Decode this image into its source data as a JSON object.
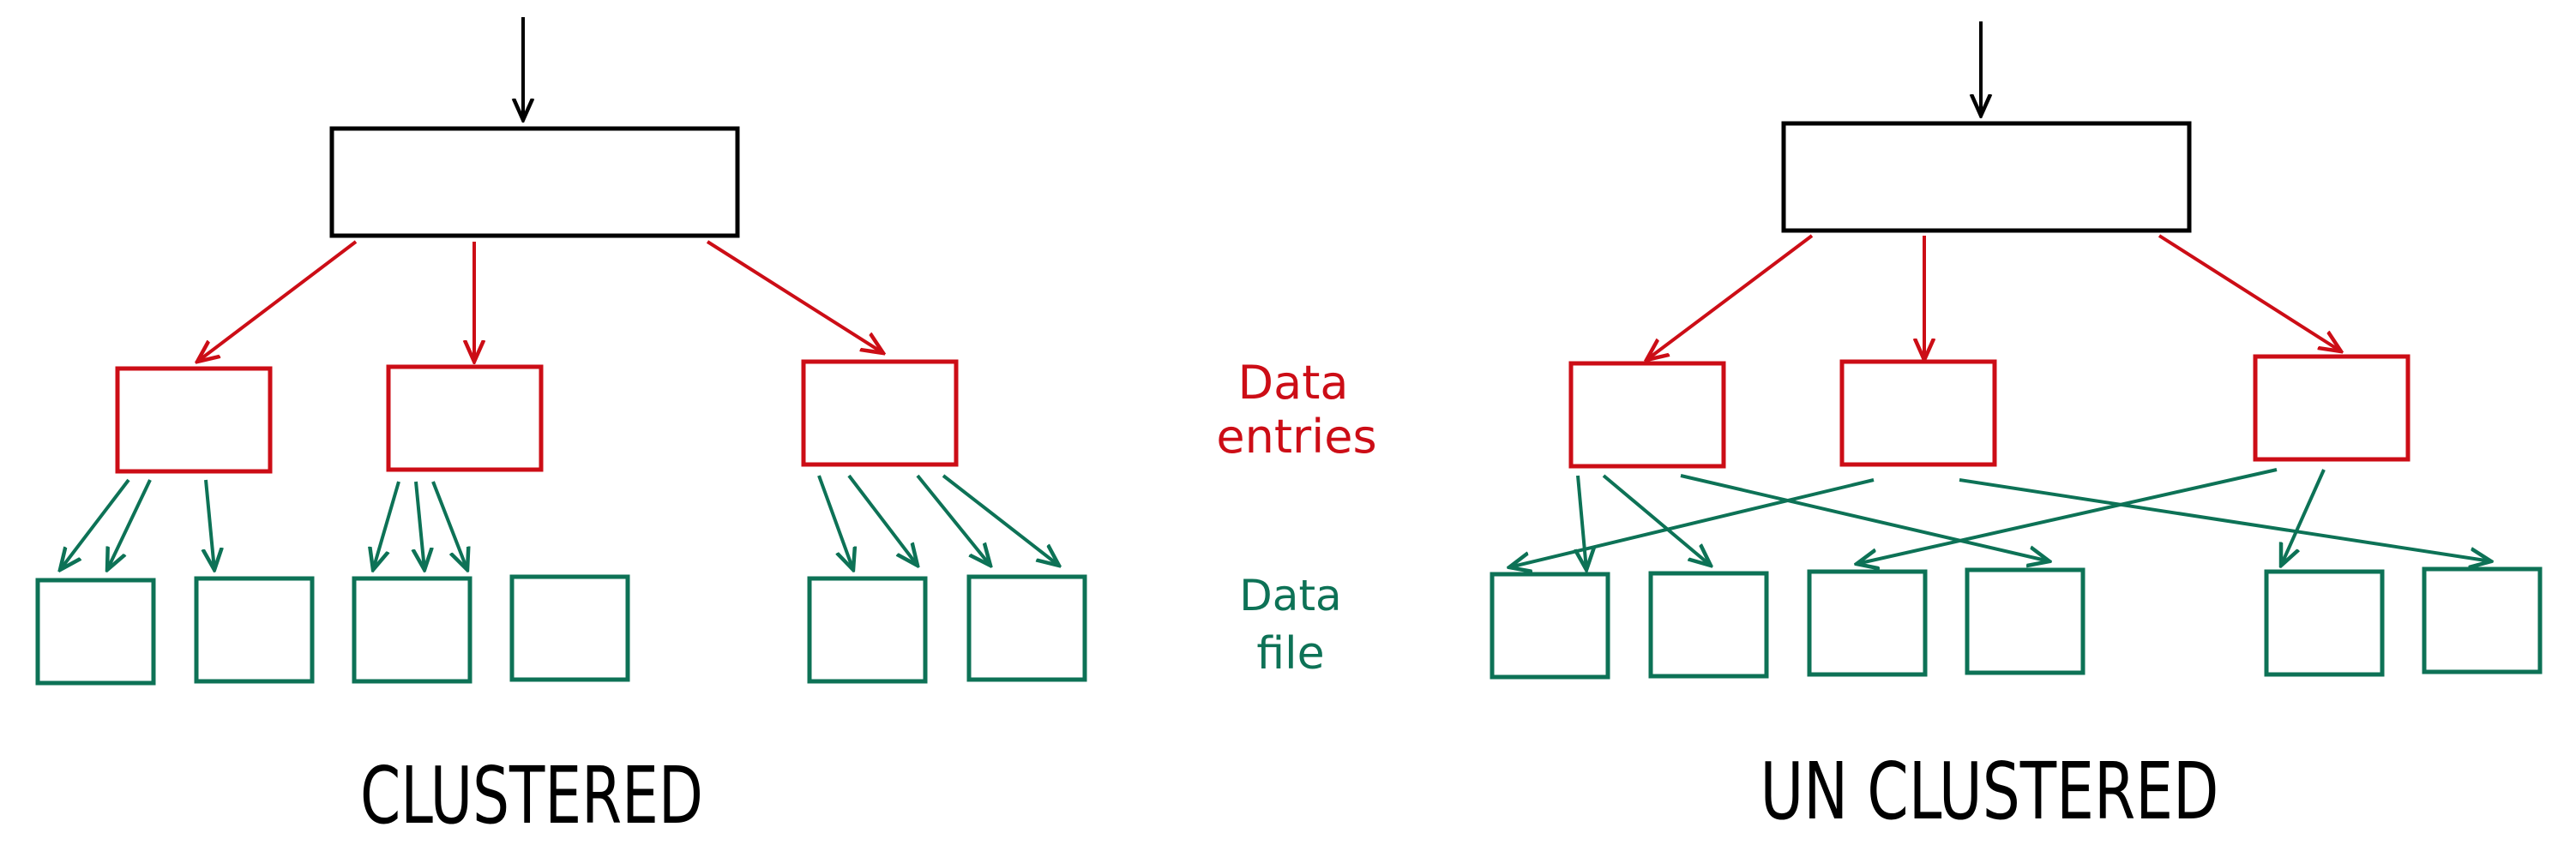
{
  "labels": {
    "data_entries_line1": "Data",
    "data_entries_line2": "entries",
    "data_file_line1": "Data",
    "data_file_line2": "file",
    "left_title": "CLUSTERED",
    "right_title": "UN CLUSTERED"
  },
  "colors": {
    "root": "#000000",
    "entry": "#cc0d16",
    "file": "#0d7256",
    "background": "#ffffff"
  }
}
